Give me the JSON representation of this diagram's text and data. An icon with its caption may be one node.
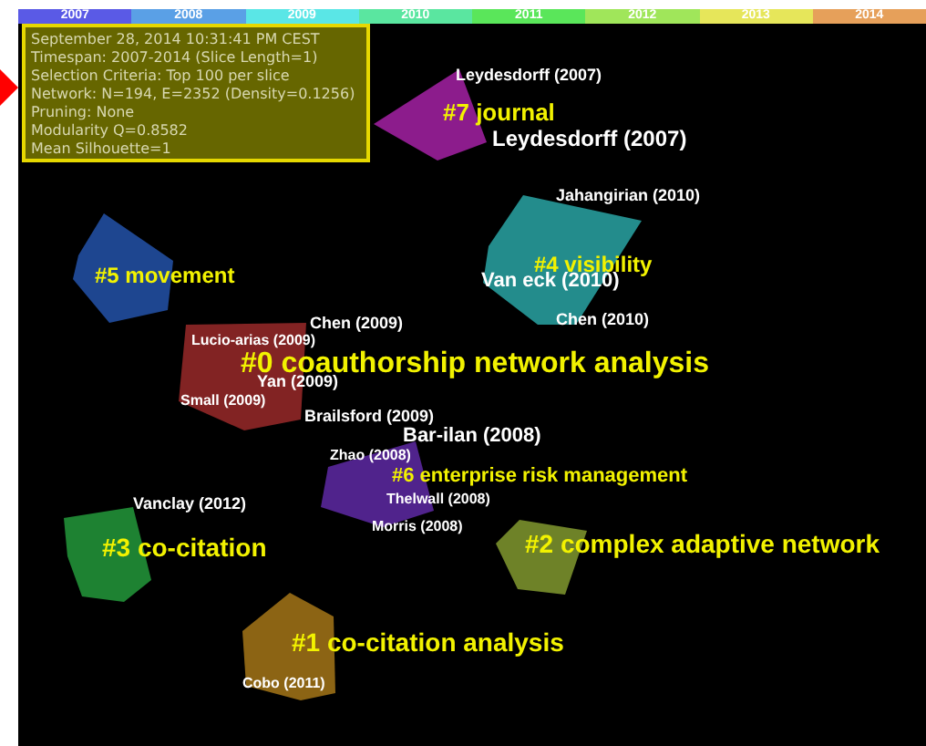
{
  "diagram": {
    "nodes": [
      {
        "text": [
          "September 28, 2014 10:31:41 PM CEST",
          "Timespan: 2007-2014 (Slice Length=1)",
          "Selection Criteria: Top 100 per slice",
          "Network: N=194, E=2352 (Density=0.1256)",
          "Pruning: None",
          "Modularity Q=0.8582",
          "Mean Silhouette=1"
        ]
      },
      {
        "text": [
          "#7 journal"
        ]
      },
      {
        "text": [
          "#5 movement"
        ]
      },
      {
        "text": [
          "#4 visibility"
        ]
      },
      {
        "text": [
          "#0 coauthorship network analysis"
        ]
      },
      {
        "text": [
          "#6 enterprise risk management"
        ]
      },
      {
        "text": [
          "#3 co-citation"
        ]
      },
      {
        "text": [
          "#2 complex adaptive network"
        ]
      },
      {
        "text": [
          "#1 co-citation analysis"
        ]
      }
    ],
    "labels": [
      "Leydesdorff (2007)",
      "Leydesdorff (2007)",
      "Jahangirian (2010)",
      "Van eck (2010)",
      "Chen (2010)",
      "Chen (2009)",
      "Lucio-arias (2009)",
      "Yan (2009)",
      "Small (2009)",
      "Brailsford (2009)",
      "Bar-ilan (2008)",
      "Zhao (2008)",
      "Thelwall (2008)",
      "Vanclay (2012)",
      "Morris (2008)",
      "Cobo (2011)"
    ],
    "legend": [
      {
        "text": "2007",
        "color": "#5a5ae6"
      },
      {
        "text": "2008",
        "color": "#5aa0e6"
      },
      {
        "text": "2009",
        "color": "#5ae6e6"
      },
      {
        "text": "2010",
        "color": "#5ae6a0"
      },
      {
        "text": "2011",
        "color": "#5ae65a"
      },
      {
        "text": "2012",
        "color": "#a0e65a"
      },
      {
        "text": "2013",
        "color": "#e6e65a"
      },
      {
        "text": "2014",
        "color": "#e6a05a"
      }
    ]
  }
}
